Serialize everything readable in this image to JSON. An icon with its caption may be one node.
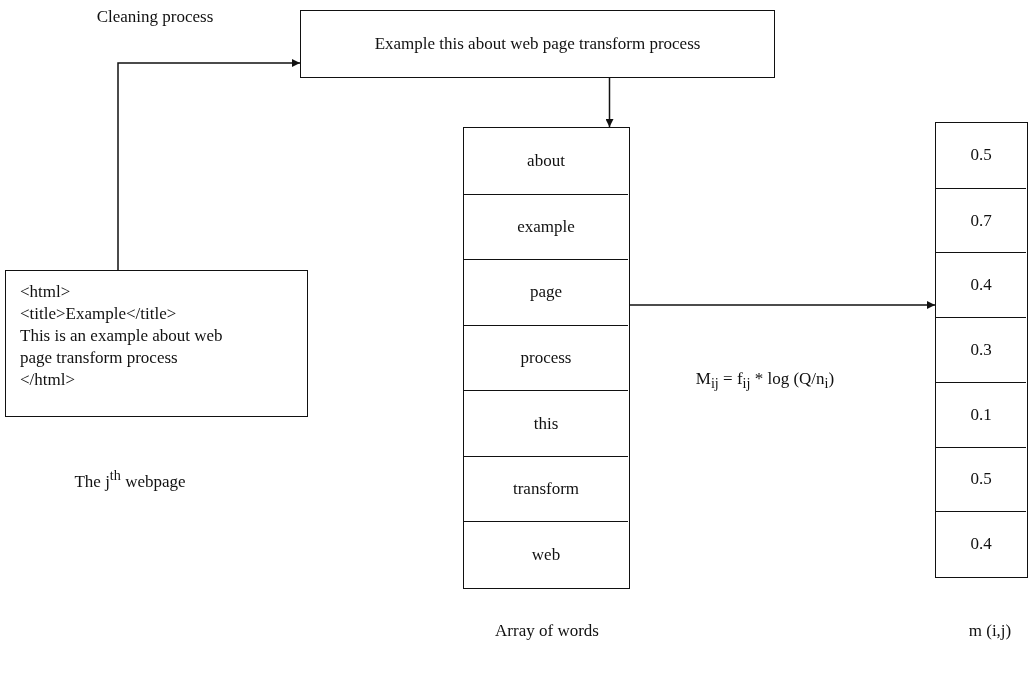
{
  "diagram": {
    "nodes": [
      {
        "text": [
          "<html>",
          "<title>Example</title>",
          "This is an example about web page transform process",
          "</html>"
        ],
        "beside": [
          "The j$^{th}$ webpage"
        ]
      },
      {
        "text": [
          "Example this about web page transform process"
        ]
      },
      {
        "text": [],
        "shape": "box",
        "beside": [
          "Array of words"
        ]
      },
      {
        "text": [
          "about"
        ],
        "in": 2
      },
      {
        "text": [
          "example"
        ],
        "in": 2
      },
      {
        "text": [
          "page"
        ],
        "in": 2
      },
      {
        "text": [
          "process"
        ],
        "in": 2
      },
      {
        "text": [
          "this"
        ],
        "in": 2
      },
      {
        "text": [
          "transform"
        ],
        "in": 2
      },
      {
        "text": [
          "web"
        ],
        "in": 2
      },
      {
        "text": [],
        "shape": "box",
        "beside": [
          "m (i,j)"
        ]
      },
      {
        "text": [
          "0.5"
        ],
        "in": 10
      },
      {
        "text": [
          "0.7"
        ],
        "in": 10
      },
      {
        "text": [
          "0.4"
        ],
        "in": 10
      },
      {
        "text": [
          "0.3"
        ],
        "in": 10
      },
      {
        "text": [
          "0.1"
        ],
        "in": 10
      },
      {
        "text": [
          "0.5"
        ],
        "in": 10
      },
      {
        "text": [
          "0.4"
        ],
        "in": 10
      }
    ],
    "edges": [
      {
        "from": 0,
        "to": 1,
        "arrow": "to",
        "label": "Cleaning process"
      },
      {
        "from": 1,
        "to": 2,
        "arrow": "to"
      },
      {
        "from": 2,
        "to": 10,
        "arrow": "to",
        "label": "M$_{ij}$ = f$_{ij}$ *  log (Q/n$_{i}$)"
      }
    ]
  }
}
